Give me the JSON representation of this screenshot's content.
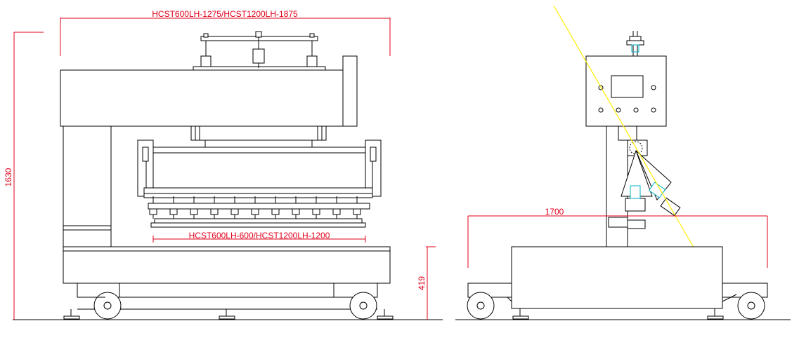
{
  "dimensions": {
    "top_width": "HCST600LH-1275/HCST1200LH-1875",
    "inner_width": "HCST600LH-600/HCST1200LH-1200",
    "total_height": "1630",
    "base_height": "419",
    "side_width": "1700"
  },
  "colors": {
    "outline": "#000000",
    "dimension": "#e0001a",
    "laser_beam": "#ffee00",
    "sensor": "#00b4c8"
  }
}
